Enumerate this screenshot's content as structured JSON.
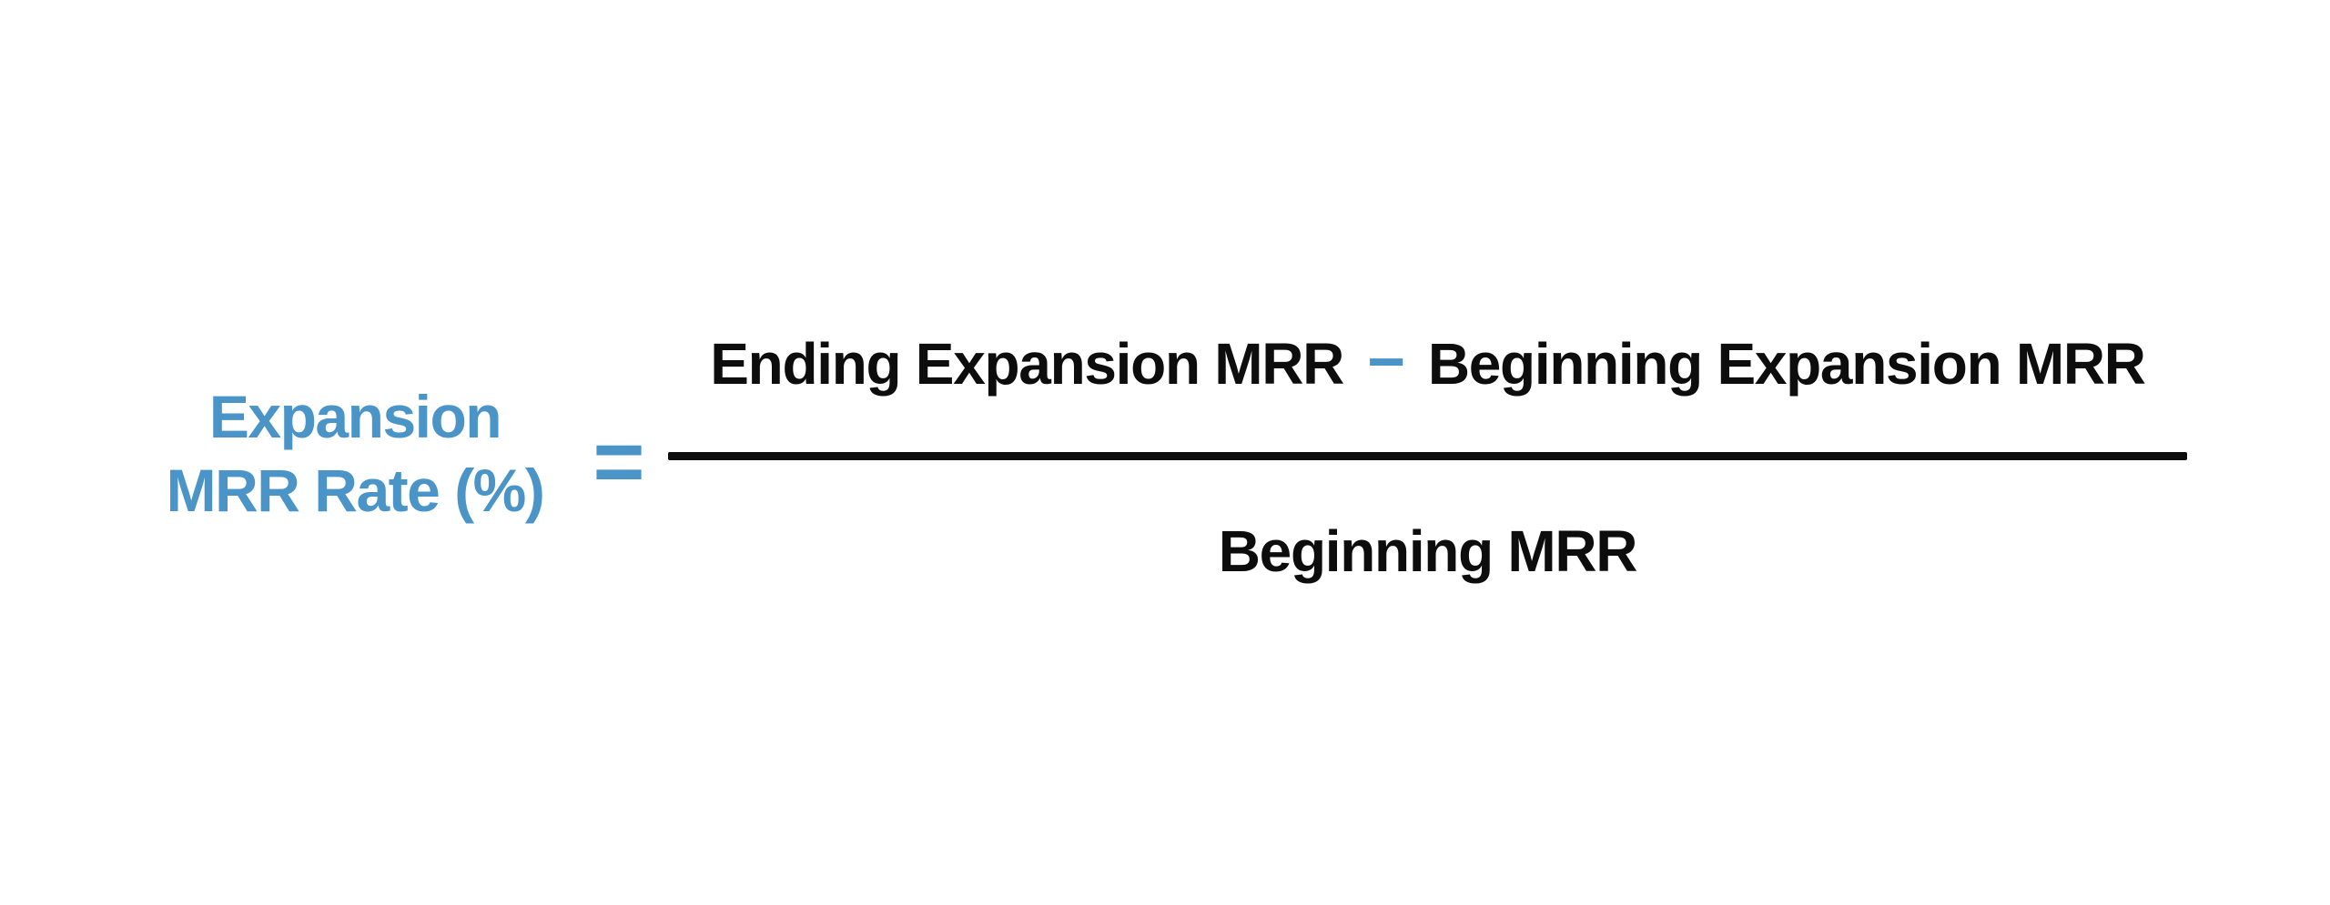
{
  "colors": {
    "accent_blue": "#4A94C8",
    "text_black": "#0D0D0D",
    "background": "#FFFFFF"
  },
  "formula": {
    "result_label": {
      "line1": "Expansion",
      "line2": "MRR Rate (%)"
    },
    "equals_sign": "=",
    "numerator": {
      "term1": "Ending Expansion MRR",
      "operator": "−",
      "term2": "Beginning Expansion MRR"
    },
    "denominator": "Beginning MRR"
  }
}
